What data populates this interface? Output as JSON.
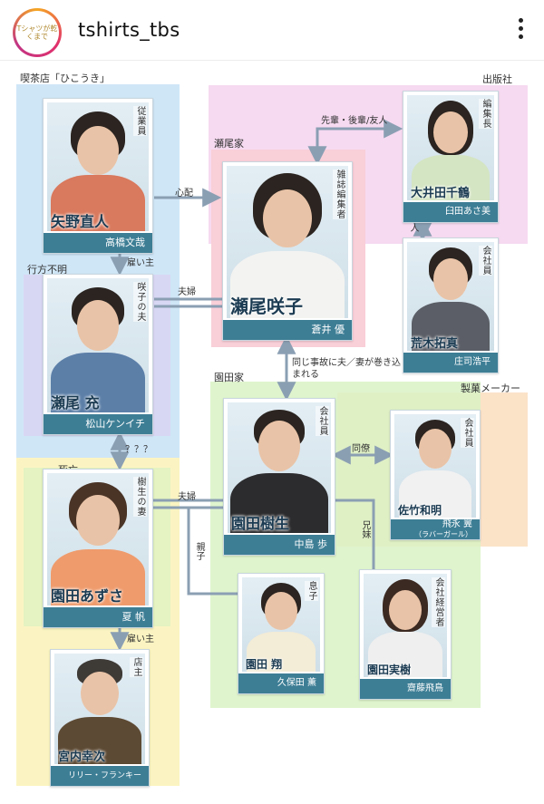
{
  "header": {
    "username": "tshirts_tbs",
    "avatar_text": "Tシャツが乾くまで"
  },
  "groups": {
    "kissaten": "喫茶店「ひこうき」",
    "shuppansha": "出版社",
    "seo_ke": "瀬尾家",
    "yukue_fumei": "行方不明",
    "sonoda_ke": "園田家",
    "seizou_maker": "製菓メーカー",
    "shibou": "死亡"
  },
  "characters": {
    "yano": {
      "name": "矢野直人",
      "role": "従業員",
      "actor": "高橋文哉"
    },
    "seo_sakiko": {
      "name": "瀬尾咲子",
      "role": "雑誌編集者",
      "actor": "蒼井 優"
    },
    "oida": {
      "name": "大井田千鶴",
      "role": "編集長",
      "actor": "臼田あさ美"
    },
    "araki": {
      "name": "荒木拓真",
      "role": "会社員",
      "actor": "庄司浩平"
    },
    "seo_mitsuru": {
      "name": "瀬尾 充",
      "role": "咲子の夫",
      "actor": "松山ケンイチ"
    },
    "sonoda_itsuki": {
      "name": "園田樹生",
      "role": "会社員",
      "actor": "中島 歩"
    },
    "satake": {
      "name": "佐竹和明",
      "role": "会社員",
      "actor": "飛永 翼",
      "actor_note": "（ラバーガール）"
    },
    "sonoda_azusa": {
      "name": "園田あずさ",
      "role": "樹生の妻",
      "actor": "夏 帆"
    },
    "sonoda_sho": {
      "name": "園田 翔",
      "role": "息子",
      "actor": "久保田 薫"
    },
    "sonoda_miki": {
      "name": "園田実樹",
      "role": "会社経営者",
      "actor": "齋藤飛鳥"
    },
    "miyauchi": {
      "name": "宮内幸次",
      "role": "店主",
      "actor": "リリー・フランキー"
    }
  },
  "relations": {
    "shinpai": "心配",
    "yatoinushi_1": "雇い主",
    "senpai_kohai": "先輩・後輩/友人",
    "koibito": "恋人",
    "fuufu_seo": "夫婦",
    "onaji_jiko": "同じ事故に夫／妻が巻き込まれる",
    "unknown": "？？？",
    "douryou": "同僚",
    "fuufu_sonoda": "夫婦",
    "kyoudai": "兄妹",
    "oyako": "親子",
    "yatoinushi_2": "雇い主"
  },
  "colors": {
    "kissaten": "#cfe6f7",
    "shuppansha": "#f4d3ee",
    "seo_ke": "#f9cfd8",
    "yukue_fumei": "#d9d3f2",
    "sonoda_ke": "#d9f2c4",
    "seizou_maker": "#fbe0c2",
    "shibou": "#fbf3bf",
    "line": "#8b9fb3",
    "actor_bar": "#3d7e95"
  }
}
